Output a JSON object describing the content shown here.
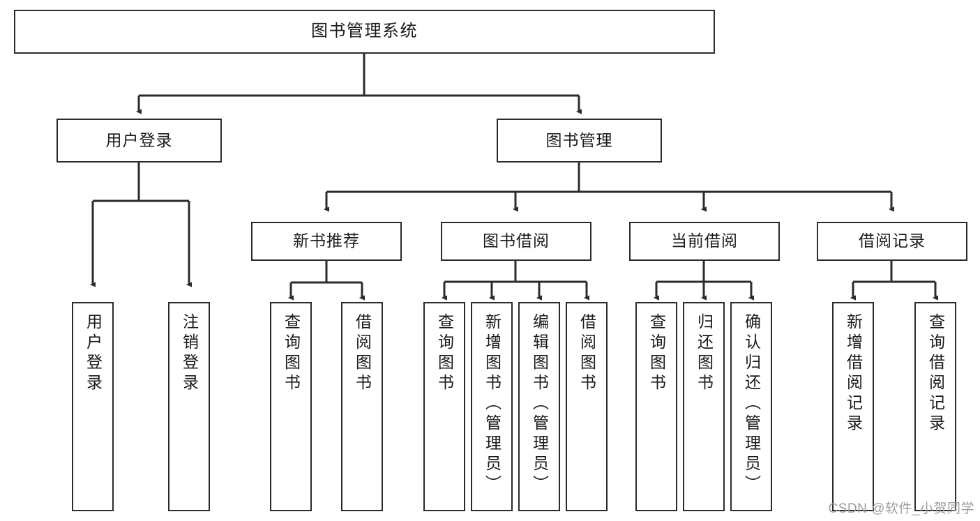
{
  "diagram": {
    "kind": "functional-structure-tree",
    "title": "图书管理系统",
    "watermark": "CSDN @软件_小贺同学",
    "colors": {
      "box_border": "#2b2b2b",
      "box_fill": "#ffffff",
      "edge": "#2b2b2b",
      "text": "#1a1a1a",
      "watermark": "#9d9d9d",
      "background": "#ffffff"
    },
    "levels": {
      "root": {
        "label": "图书管理系统"
      },
      "level2": [
        {
          "id": "user-login",
          "label": "用户登录"
        },
        {
          "id": "book-management",
          "label": "图书管理"
        }
      ],
      "level3": [
        {
          "id": "new-book-recommend",
          "label": "新书推荐",
          "parent": "book-management"
        },
        {
          "id": "book-borrow",
          "label": "图书借阅",
          "parent": "book-management"
        },
        {
          "id": "current-borrow",
          "label": "当前借阅",
          "parent": "book-management"
        },
        {
          "id": "borrow-record",
          "label": "借阅记录",
          "parent": "book-management"
        }
      ],
      "leaves": [
        {
          "id": "leaf-user-login",
          "label": "用户登录",
          "parent": "user-login"
        },
        {
          "id": "leaf-logout",
          "label": "注销登录",
          "parent": "user-login"
        },
        {
          "id": "leaf-query-book-1",
          "label": "查询图书",
          "parent": "new-book-recommend"
        },
        {
          "id": "leaf-borrow-book-1",
          "label": "借阅图书",
          "parent": "new-book-recommend"
        },
        {
          "id": "leaf-query-book-2",
          "label": "查询图书",
          "parent": "book-borrow"
        },
        {
          "id": "leaf-add-book",
          "label": "新增图书（管理员）",
          "parent": "book-borrow"
        },
        {
          "id": "leaf-edit-book",
          "label": "编辑图书（管理员）",
          "parent": "book-borrow"
        },
        {
          "id": "leaf-borrow-book-2",
          "label": "借阅图书",
          "parent": "book-borrow"
        },
        {
          "id": "leaf-query-book-3",
          "label": "查询图书",
          "parent": "current-borrow"
        },
        {
          "id": "leaf-return-book",
          "label": "归还图书",
          "parent": "current-borrow"
        },
        {
          "id": "leaf-confirm-return",
          "label": "确认归还（管理员）",
          "parent": "current-borrow"
        },
        {
          "id": "leaf-add-record",
          "label": "新增借阅记录",
          "parent": "borrow-record"
        },
        {
          "id": "leaf-query-record",
          "label": "查询借阅记录",
          "parent": "borrow-record"
        }
      ]
    }
  }
}
